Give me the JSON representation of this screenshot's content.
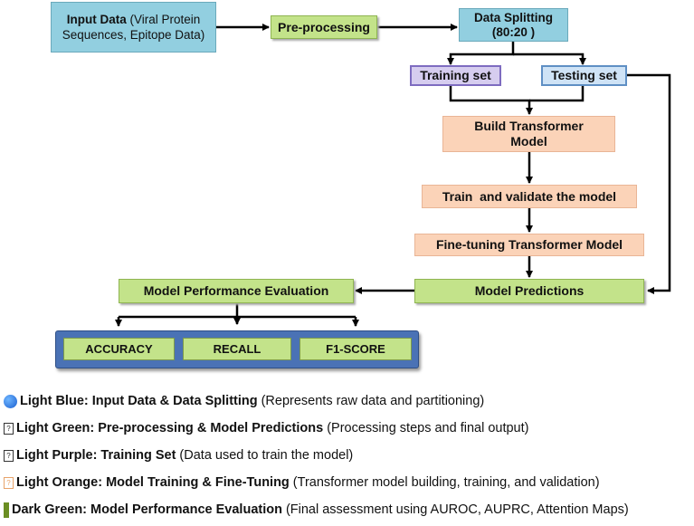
{
  "nodes": {
    "input_title": "Input Data",
    "input_rest": " (Viral Protein Sequences, Epitope Data)",
    "preprocessing": "Pre-processing",
    "splitting_line1": "Data Splitting",
    "splitting_line2": "(80:20 )",
    "training": "Training set",
    "testing": "Testing set",
    "build": "Build Transformer Model",
    "train": "Train  and validate the model",
    "finetune": "Fine-tuning Transformer Model",
    "predictions": "Model Predictions",
    "evaluation": "Model Performance Evaluation",
    "metrics": [
      "ACCURACY",
      "RECALL",
      "F1-SCORE"
    ]
  },
  "colors": {
    "light_blue": "#92cfe0",
    "light_green": "#c3e38a",
    "light_purple": "#d6cdef",
    "light_orange": "#fbd3b8",
    "dark_green": "#6b8e23",
    "metric_frame": "#4a72b5"
  },
  "legend": [
    {
      "icon": "blue-circle-icon",
      "label": "Light Blue:  Input Data & Data Splitting",
      "desc": "(Represents raw data and partitioning)"
    },
    {
      "icon": "placeholder-box-icon",
      "glyph": "?",
      "label": "Light Green: Pre-processing & Model Predictions",
      "desc": "(Processing steps and final output)"
    },
    {
      "icon": "placeholder-box-icon",
      "glyph": "?",
      "label": "Light Purple: Training Set",
      "desc": "(Data used to train the model)"
    },
    {
      "icon": "orange-placeholder-box-icon",
      "glyph": "?",
      "label": "Light Orange: Model Training & Fine-Tuning",
      "desc": "(Transformer model building, training, and validation)"
    },
    {
      "icon": "dark-green-bar-icon",
      "label": "Dark Green: Model Performance Evaluation",
      "desc": "(Final assessment using AUROC, AUPRC, Attention Maps)"
    }
  ]
}
